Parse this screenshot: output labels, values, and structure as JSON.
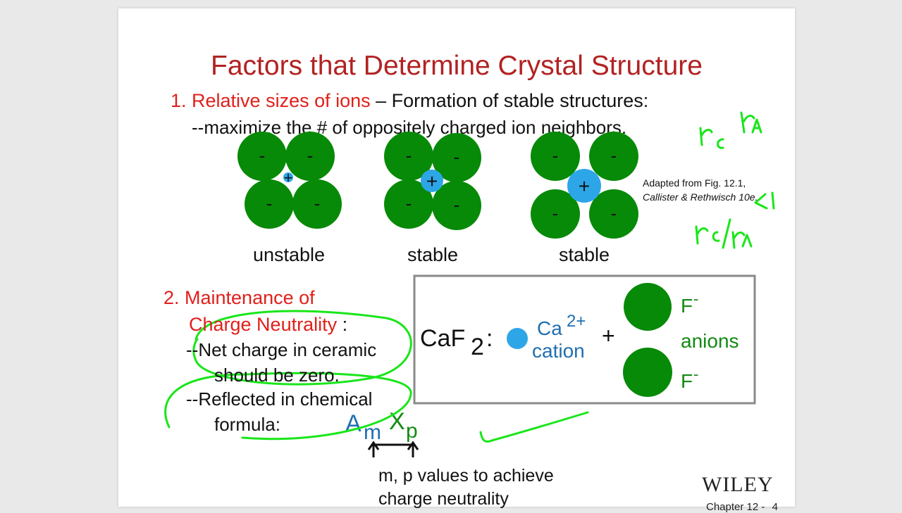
{
  "slide": {
    "title": "Factors that Determine Crystal Structure",
    "point1": {
      "number_label": "1. Relative sizes of ions",
      "rest": " – Formation of stable structures:",
      "sub": "--maximize the # of oppositely charged ion neighbors."
    },
    "configurations": [
      {
        "label": "unstable"
      },
      {
        "label": "stable"
      },
      {
        "label": "stable"
      }
    ],
    "ion_signs": {
      "anion": "-",
      "cation": "+"
    },
    "adapted": {
      "line1": "Adapted from Fig. 12.1,",
      "line2": "Callister & Rethwisch 10e."
    },
    "point2": {
      "line1": "2. Maintenance of",
      "line2": "Charge Neutrality",
      "colon": " :",
      "bullet1_a": "--Net charge in ceramic",
      "bullet1_b": "should be zero.",
      "bullet2_a": "--Reflected in chemical",
      "bullet2_b": "formula:"
    },
    "formula": {
      "A": "A",
      "m": "m",
      "X": "X",
      "p": "p"
    },
    "note": {
      "line1": "m, p values to achieve",
      "line2": "charge neutrality"
    },
    "caf2_box": {
      "compound": "CaF",
      "subscript": "2",
      "colon": ":",
      "cation_symbol": "Ca",
      "cation_charge": "2+",
      "cation_label": "cation",
      "plus": "+",
      "anion_top": "F",
      "anion_bottom": "F",
      "anion_charge": "-",
      "anions_label": "anions"
    },
    "footer": {
      "publisher": "WILEY",
      "chapter": "Chapter 12 -",
      "page": "4"
    }
  },
  "colors": {
    "title": "#b22222",
    "red_text": "#e0201b",
    "anion": "#078a07",
    "cation": "#2da6e8",
    "blue_text": "#1f6fb0",
    "green_text": "#138a13",
    "annotation": "#19e619",
    "box_border": "#8a8a8a"
  },
  "handwritten_annotations": [
    "rc",
    "rA",
    "<1",
    "rc/rA"
  ]
}
